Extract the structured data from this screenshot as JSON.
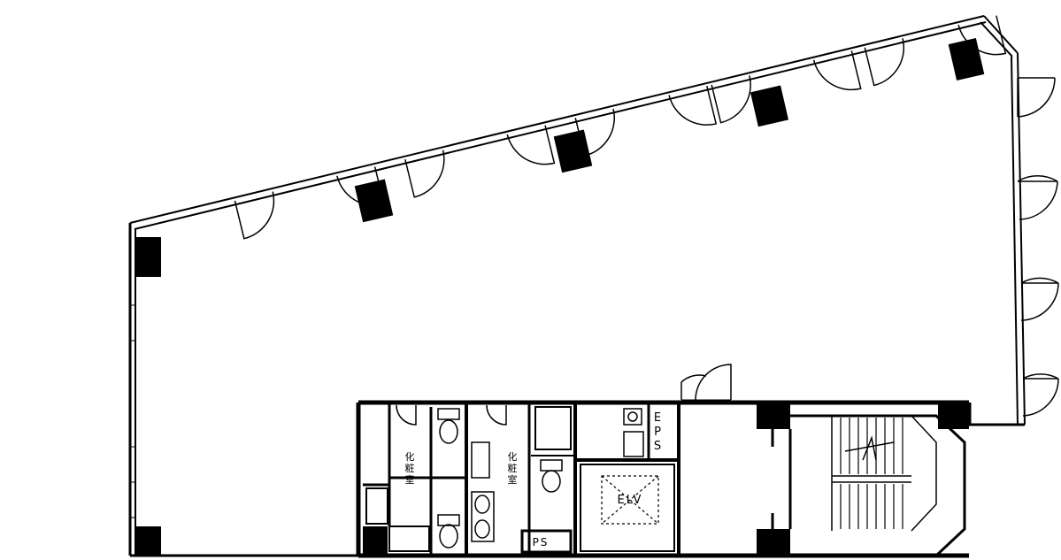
{
  "floor_plan": {
    "labels": {
      "eps": [
        "E",
        "P",
        "S"
      ],
      "ps": "PS",
      "elv": "ELV",
      "restroom_left": [
        "化",
        "粧",
        "室"
      ],
      "restroom_right": [
        "化",
        "粧",
        "室"
      ]
    },
    "colors": {
      "wall": "#000000",
      "background": "#ffffff",
      "glazing": "#000000"
    }
  }
}
